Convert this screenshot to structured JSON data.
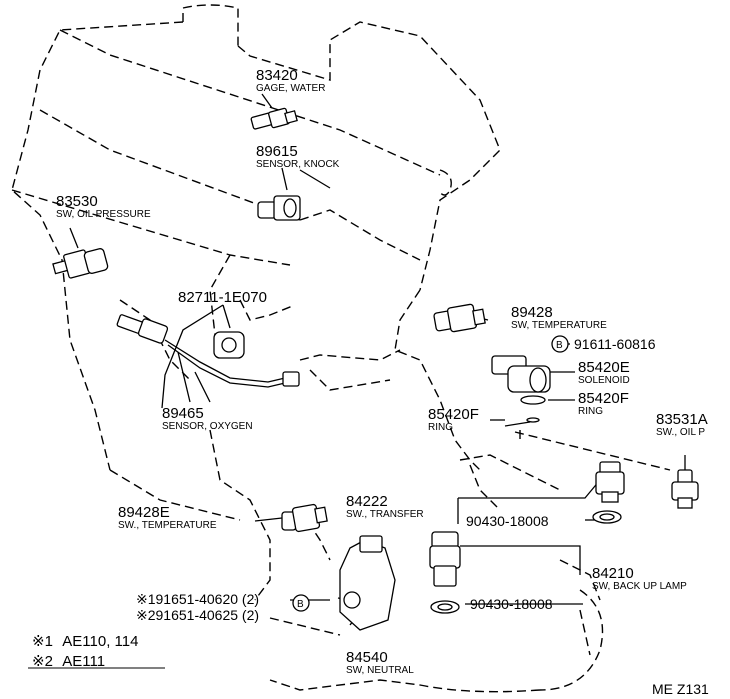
{
  "parts": [
    {
      "number": "83420",
      "name": "GAGE, WATER"
    },
    {
      "number": "89615",
      "name": "SENSOR, KNOCK"
    },
    {
      "number": "83530",
      "name": "SW, OIL PRESSURE"
    },
    {
      "number": "82711-1E070",
      "name": ""
    },
    {
      "number": "89428",
      "name": "SW, TEMPERATURE"
    },
    {
      "number": "91611-60816",
      "name": ""
    },
    {
      "number": "85420E",
      "name": "SOLENOID"
    },
    {
      "number": "85420F",
      "name": "RING"
    },
    {
      "number": "85420F",
      "name": "RING"
    },
    {
      "number": "83531A",
      "name": "SW., OIL P"
    },
    {
      "number": "89465",
      "name": "SENSOR, OXYGEN"
    },
    {
      "number": "84222",
      "name": "SW., TRANSFER"
    },
    {
      "number": "90430-18008",
      "name": ""
    },
    {
      "number": "89428E",
      "name": "SW., TEMPERATURE"
    },
    {
      "number": "84210",
      "name": "SW, BACK UP LAMP"
    },
    {
      "number": "90430-18008",
      "name": ""
    },
    {
      "number": "※191651-40620 (2)",
      "name": ""
    },
    {
      "number": "※291651-40625 (2)",
      "name": ""
    },
    {
      "number": "84540",
      "name": "SW, NEUTRAL"
    }
  ],
  "bolt_symbol": "B",
  "legend": [
    {
      "mark": "※1",
      "text": "AE110, 114"
    },
    {
      "mark": "※2",
      "text": "AE111"
    }
  ],
  "figure_code": "ME Z131"
}
